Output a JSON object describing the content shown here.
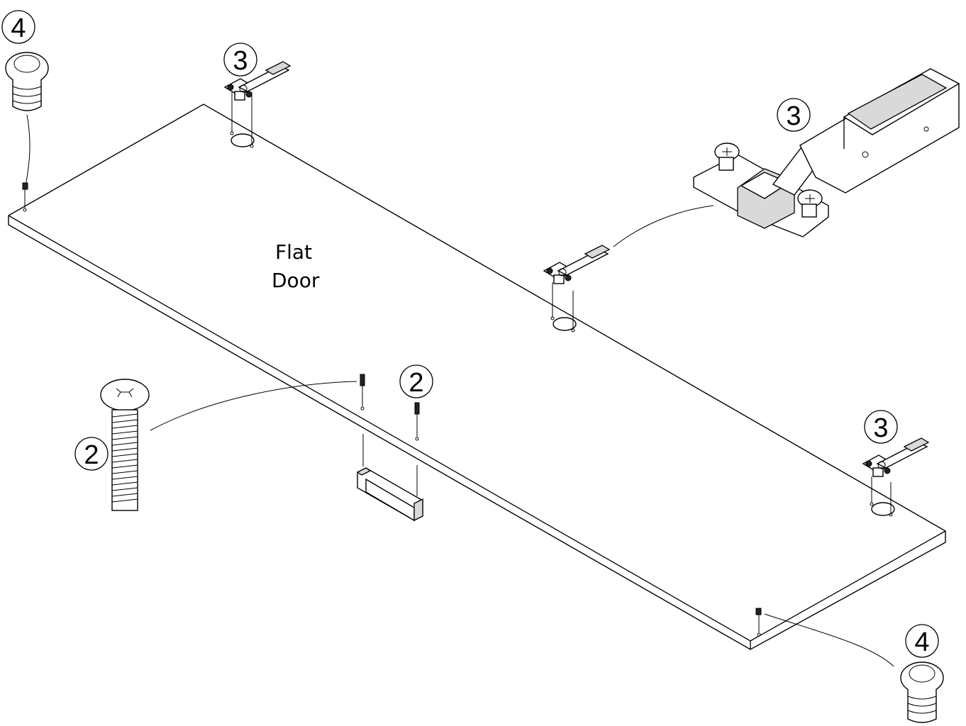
{
  "door_label": {
    "line1": "Flat",
    "line2": "Door"
  },
  "callouts": {
    "bumper_top_left": "4",
    "bumper_bottom_right": "4",
    "hinge_top": "3",
    "hinge_detail": "3",
    "hinge_bottom_right": "3",
    "screw_detail": "2",
    "screw_small": "2"
  }
}
